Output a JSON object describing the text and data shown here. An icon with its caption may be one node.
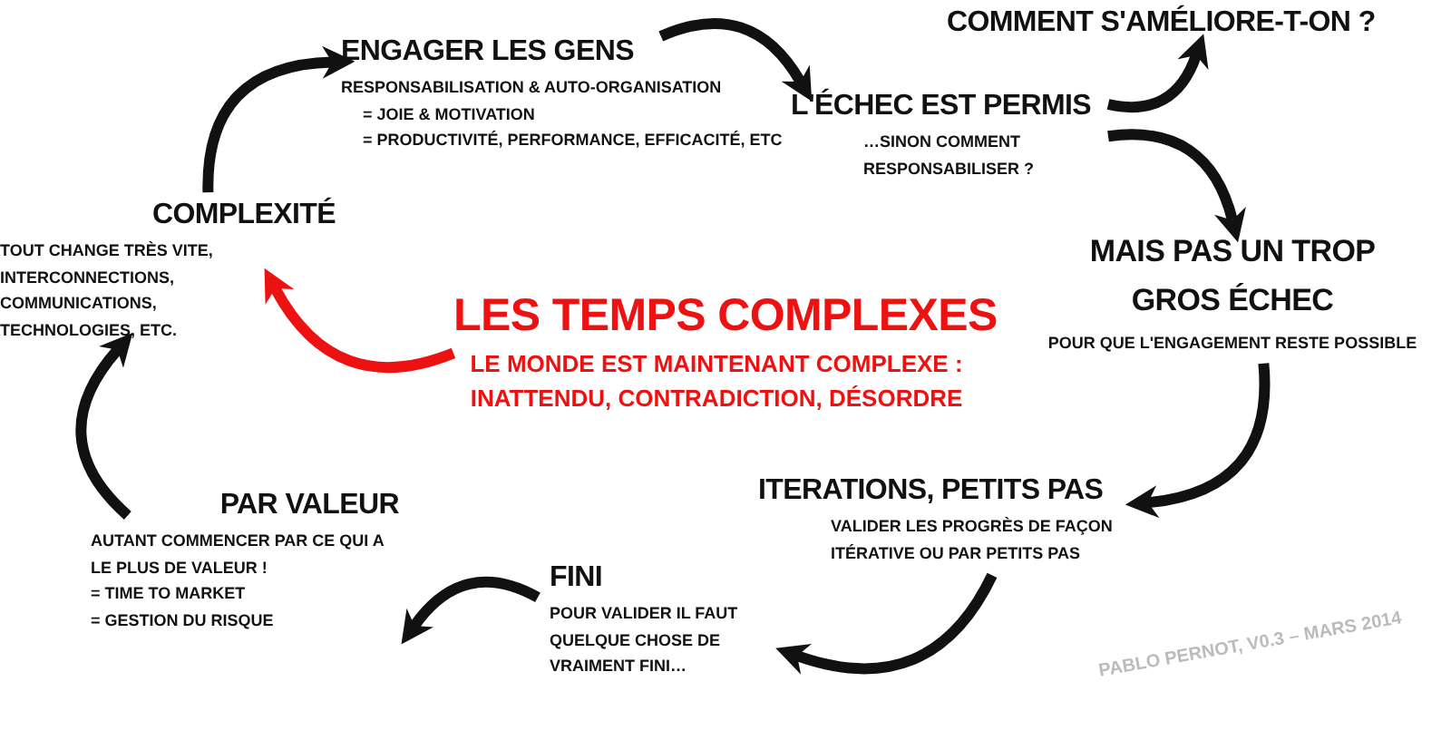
{
  "diagram": {
    "nodes": [
      {
        "text": [
          "LES TEMPS COMPLEXES",
          "LE MONDE EST MAINTENANT COMPLEXE : INATTENDU, CONTRADICTION, DÉSORDRE"
        ]
      },
      {
        "text": [
          "COMPLEXITÉ",
          "TOUT CHANGE TRÈS VITE, INTERCONNECTIONS, COMMUNICATIONS, TECHNOLOGIES, ETC."
        ]
      },
      {
        "text": [
          "ENGAGER LES GENS",
          "RESPONSABILISATION & AUTO-ORGANISATION",
          "= JOIE & MOTIVATION",
          "= PRODUCTIVITÉ, PERFORMANCE, EFFICACITÉ, ETC"
        ]
      },
      {
        "text": [
          "L'ÉCHEC EST PERMIS",
          "…SINON COMMENT RESPONSABILISER ?"
        ]
      },
      {
        "text": [
          "COMMENT S'AMÉLIORE-T-ON ?"
        ]
      },
      {
        "text": [
          "MAIS PAS UN TROP GROS ÉCHEC",
          "POUR QUE L'ENGAGEMENT RESTE POSSIBLE"
        ]
      },
      {
        "text": [
          "ITERATIONS, PETITS PAS",
          "VALIDER LES PROGRÈS DE FAÇON ITÉRATIVE OU PAR PETITS PAS"
        ]
      },
      {
        "text": [
          "FINI",
          "POUR VALIDER IL FAUT QUELQUE CHOSE DE VRAIMENT FINI…"
        ]
      },
      {
        "text": [
          "PAR VALEUR",
          "AUTANT COMMENCER PAR CE QUI A LE PLUS DE VALEUR !",
          "= TIME TO MARKET",
          "= GESTION DU RISQUE"
        ]
      }
    ],
    "edges": [
      {
        "from": 0,
        "to": 1,
        "arrow": "to",
        "color": "#ee1111"
      },
      {
        "from": 1,
        "to": 2,
        "arrow": "to"
      },
      {
        "from": 2,
        "to": 3,
        "arrow": "to"
      },
      {
        "from": 3,
        "to": 4,
        "arrow": "to"
      },
      {
        "from": 3,
        "to": 5,
        "arrow": "to"
      },
      {
        "from": 5,
        "to": 6,
        "arrow": "to"
      },
      {
        "from": 6,
        "to": 7,
        "arrow": "to"
      },
      {
        "from": 7,
        "to": 8,
        "arrow": "to"
      },
      {
        "from": 8,
        "to": 1,
        "arrow": "to"
      }
    ],
    "labels": [
      "PABLO PERNOT, V0.3 – MARS 2014"
    ]
  }
}
